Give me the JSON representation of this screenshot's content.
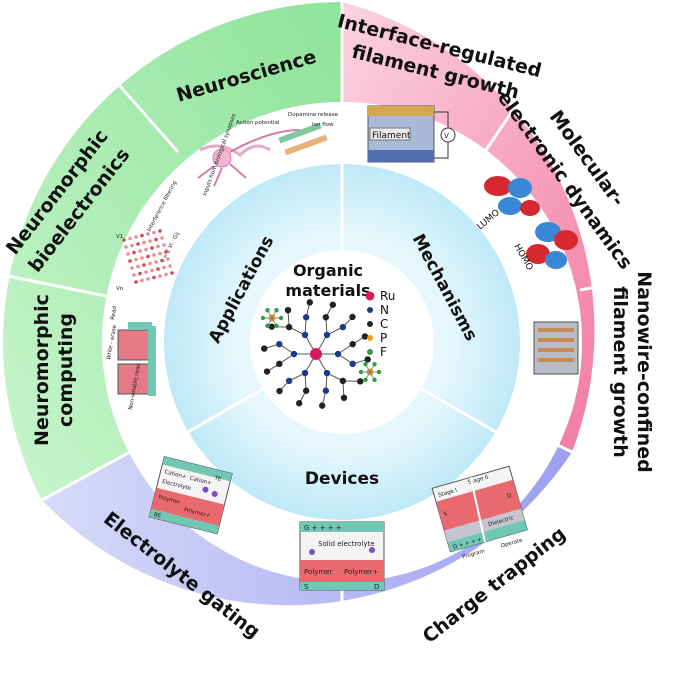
{
  "outer_ring": {
    "neuroscience": "Neuroscience",
    "interface_filament": [
      "Interface-regulated",
      "filament growth"
    ],
    "molecular_electronic": [
      "Molecular-",
      "electronic dynamics"
    ],
    "nanowire_filament": [
      "Nanowire-confined",
      "filament growth"
    ],
    "charge_trapping": "Charge trapping",
    "electrolyte_gating": "Electrolyte gating",
    "neuromorphic_computing": [
      "Neuromorphic",
      "computing"
    ],
    "neuromorphic_bioelectronics": [
      "Neuromorphic",
      "bioelectronics"
    ]
  },
  "inner_ring": {
    "applications": "Applications",
    "mechanisms": "Mechanisms",
    "devices": "Devices"
  },
  "center": {
    "title": [
      "Organic",
      "materials"
    ],
    "legend": [
      {
        "symbol": "Ru",
        "color": "#d81b60"
      },
      {
        "symbol": "N",
        "color": "#1e3a8a"
      },
      {
        "symbol": "C",
        "color": "#222222"
      },
      {
        "symbol": "P",
        "color": "#f39c12"
      },
      {
        "symbol": "F",
        "color": "#2e9e3e"
      }
    ]
  },
  "illustrations": {
    "neuron": {
      "action_potential": "Action potential",
      "dopamine_release": "Dopamine release",
      "ion_flow": "Ion flow",
      "inputs": "Inputs from biological synapses"
    },
    "filament_device": {
      "filament": "Filament",
      "polarity": "+ −"
    },
    "orbitals": {
      "lumo": "LUMO",
      "homo": "HOMO"
    },
    "crossbar": {
      "interference": "Interference filtering",
      "equation": "I = Σ Vi · Gij",
      "v1": "V1",
      "vn": "Vn"
    },
    "computing": {
      "write_erase": "Write - erase",
      "read": "Read",
      "non_volatile": "Non-volatile read"
    },
    "electrolyte_device": {
      "cation1": "Cation+",
      "cation2": "Cation+",
      "electrolyte": "Electrolyte",
      "te": "TE",
      "polymer1": "Polymer",
      "polymer2": "Polymer+",
      "be": "BE"
    },
    "solid_device": {
      "gate": "G  + + + +",
      "solid_electrolyte": "Solid electrolyte",
      "polymer1": "Polymer",
      "polymer2": "Polymer+",
      "s": "S",
      "d": "D"
    },
    "charge_device": {
      "stage1": "Stage I",
      "stage2": "Stage II",
      "dielectric": "Dielectric",
      "gate": "G + + + +",
      "program": "Program",
      "operate": "Operate",
      "s": "S",
      "d": "D"
    }
  },
  "colors": {
    "green": "#a8ecb0",
    "pink": "#f58aae",
    "blue_purple": "#a6a8f2",
    "inner_ring": "#cdeefa",
    "center": "#ffffff"
  }
}
